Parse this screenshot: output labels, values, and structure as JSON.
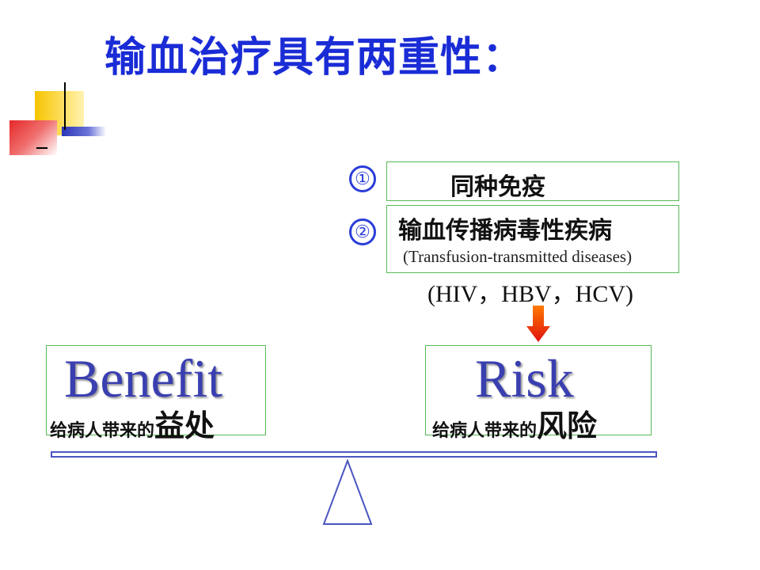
{
  "title": "输血治疗具有两重性：",
  "risks": [
    {
      "number": "①",
      "text": "同种免疫"
    },
    {
      "number": "②",
      "text": "输血传播病毒性疾病",
      "subtext": "(Transfusion-transmitted diseases)"
    }
  ],
  "viruses": "(HIV，HBV，HCV)",
  "benefit": {
    "en": "Benefit",
    "cn_prefix": "给病人带来的",
    "cn_main": "益处"
  },
  "risk": {
    "en": "Risk",
    "cn_prefix": "给病人带来的",
    "cn_main": "风险"
  },
  "colors": {
    "title": "#1a2cd6",
    "box_border": "#57b957",
    "arrow": "#e02020",
    "beam": "#4a56c0"
  }
}
